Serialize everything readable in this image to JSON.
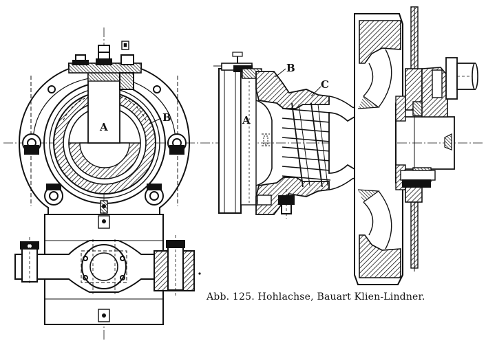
{
  "labels": {
    "left_a": "A",
    "left_b": "B",
    "right_a": "A",
    "right_b": "B",
    "right_c": "C"
  },
  "caption": "Abb. 125. Hohlachse, Bauart Klien-Lindner."
}
